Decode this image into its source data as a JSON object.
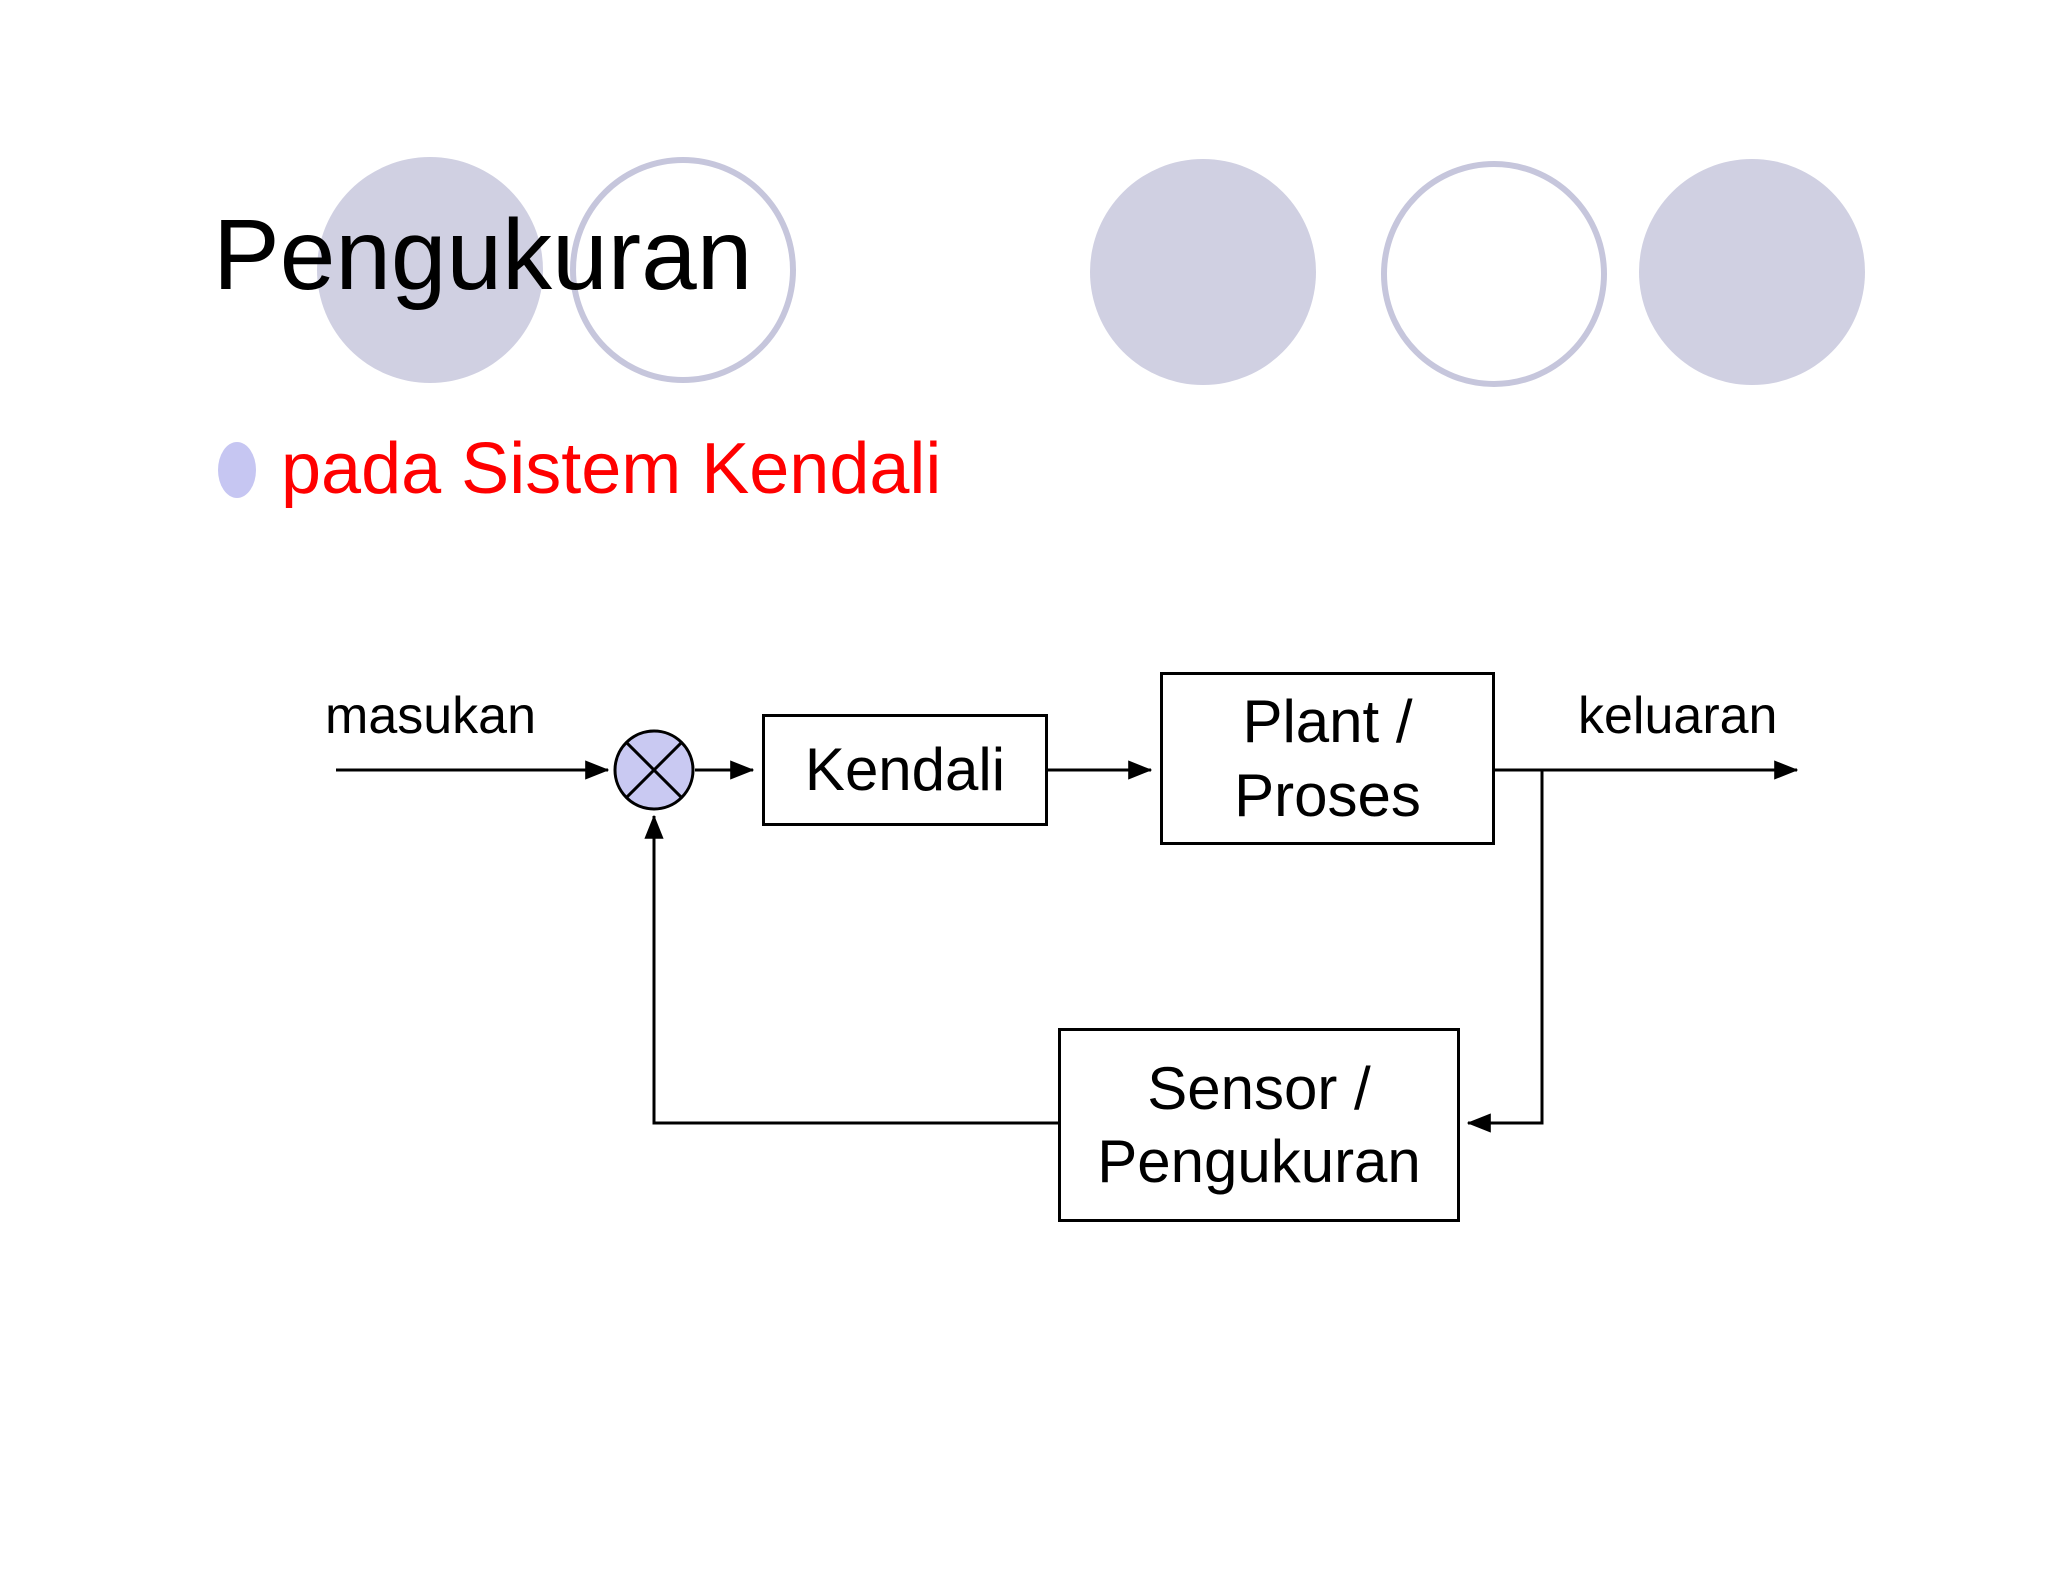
{
  "slide": {
    "title": "Pengukuran",
    "bullet": "pada Sistem Kendali"
  },
  "diagram": {
    "input_label": "masukan",
    "output_label": "keluaran",
    "controller_label": "Kendali",
    "plant_label_line1": "Plant /",
    "plant_label_line2": "Proses",
    "sensor_label_line1": "Sensor /",
    "sensor_label_line2": "Pengukuran"
  },
  "decor": {
    "circle_styles": [
      "filled",
      "outline",
      "filled",
      "outline",
      "filled"
    ]
  },
  "icons": {
    "junction": "summing-junction-crossed-circle",
    "bullet": "round-bullet"
  },
  "colors": {
    "circle_fill": "#d0d0e2",
    "circle_stroke": "#c6c6dc",
    "junction_fill": "#c9c9f2",
    "bullet_fill": "#c6c6f2",
    "bullet_text_color": "#ff0000",
    "line_color": "#000000",
    "text_color": "#000000",
    "bg_color": "#ffffff"
  }
}
